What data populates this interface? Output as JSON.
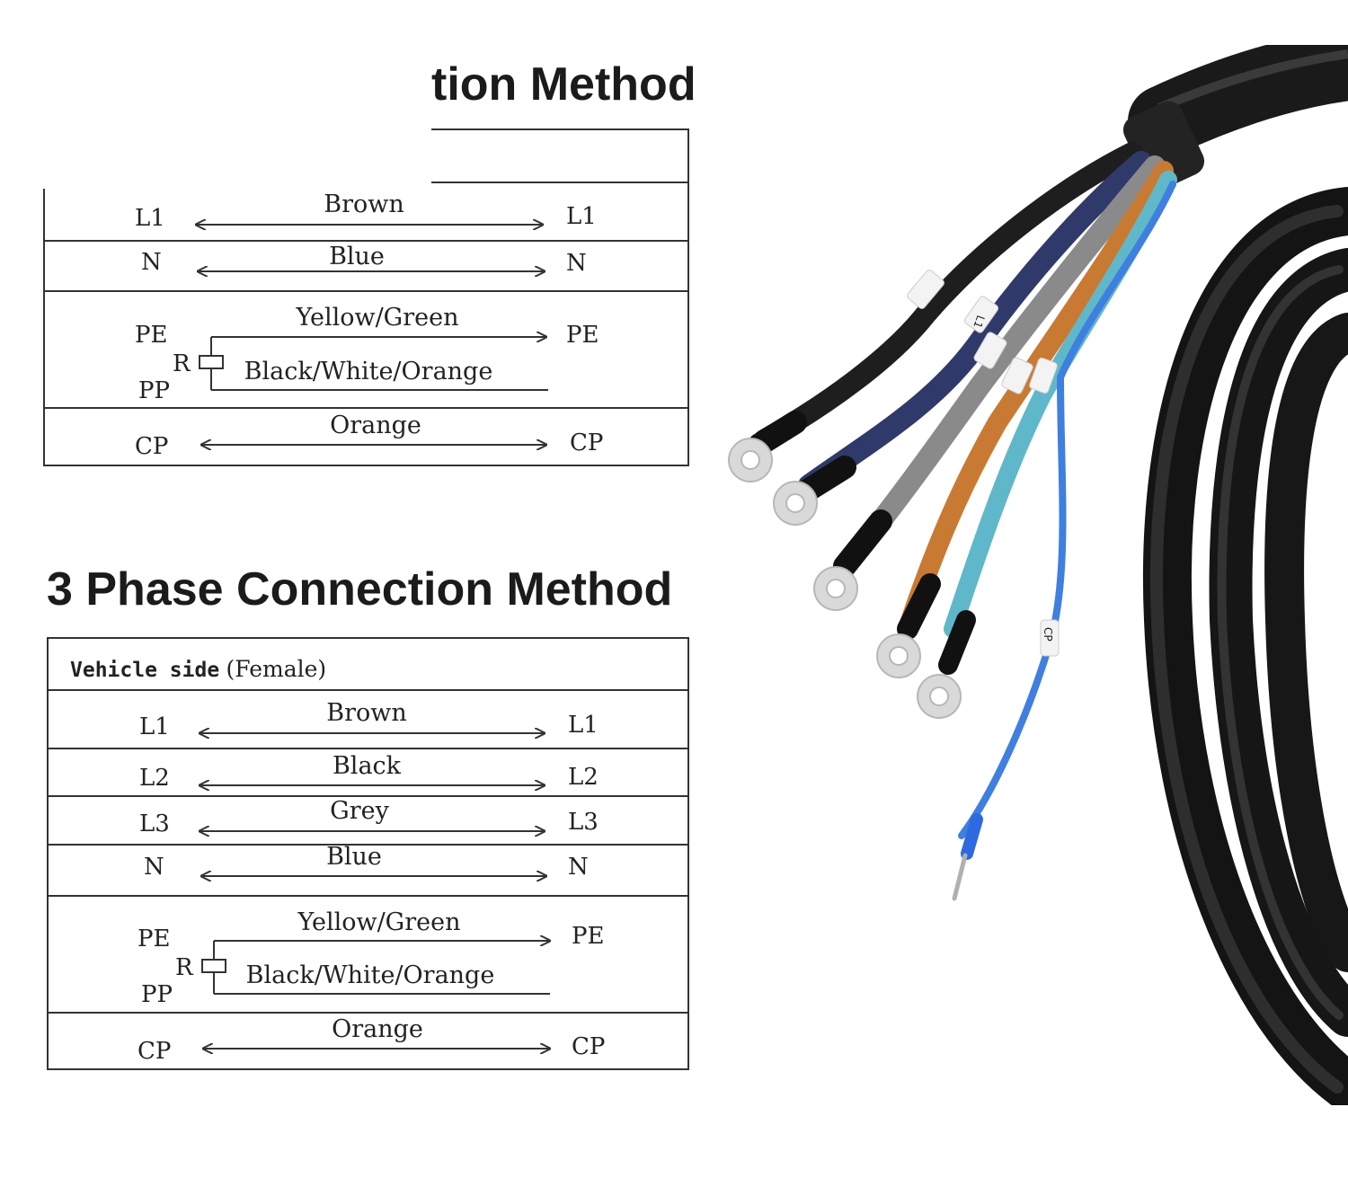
{
  "single_phase": {
    "title_visible": "tion Method",
    "rows": [
      {
        "left": "L1",
        "wire": "Brown",
        "right": "L1"
      },
      {
        "left": "N",
        "wire": "Blue",
        "right": "N"
      },
      {
        "left_top": "PE",
        "left_bottom": "PP",
        "resistor": "R",
        "wire_top": "Yellow/Green",
        "wire_bottom": "Black/White/Orange",
        "right": "PE"
      },
      {
        "left": "CP",
        "wire": "Orange",
        "right": "CP"
      }
    ]
  },
  "three_phase": {
    "title": "3 Phase Connection Method",
    "header": {
      "vehicle": "Vehicle side",
      "female": "(Female)"
    },
    "rows": [
      {
        "left": "L1",
        "wire": "Brown",
        "right": "L1"
      },
      {
        "left": "L2",
        "wire": "Black",
        "right": "L2"
      },
      {
        "left": "L3",
        "wire": "Grey",
        "right": "L3"
      },
      {
        "left": "N",
        "wire": "Blue",
        "right": "N"
      },
      {
        "left_top": "PE",
        "left_bottom": "PP",
        "resistor": "R",
        "wire_top": "Yellow/Green",
        "wire_bottom": "Black/White/Orange",
        "right": "PE"
      },
      {
        "left": "CP",
        "wire": "Orange",
        "right": "CP"
      }
    ]
  },
  "cable": {
    "labels": [
      "L1",
      "CP"
    ],
    "colors": {
      "jacket": "#1c1c1c",
      "brown_wire": "#1e1e1e",
      "blue_wire": "#2f3a6a",
      "grey_wire": "#8a8a8a",
      "orange_wire": "#c97a32",
      "yellow_green_wire": "#5fb8c9",
      "cp_wire": "#3f7fe0"
    }
  }
}
